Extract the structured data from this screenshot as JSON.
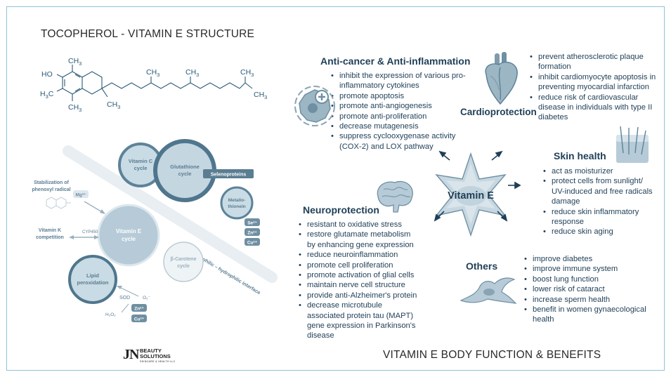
{
  "title": "TOCOPHEROL - VITAMIN E STRUCTURE",
  "footer_title": "VITAMIN E BODY FUNCTION & BENEFITS",
  "structure": {
    "ho": "HO",
    "ch3": "CH",
    "sub3": "3",
    "h3c": "H",
    "h3c_c": "C"
  },
  "cycles": {
    "vitc": [
      "Vitamin C",
      "cycle"
    ],
    "glut": [
      "Glutathione",
      "cycle"
    ],
    "selenoproteins": "Selenoproteins",
    "metallo": [
      "Metallo-",
      "thionein"
    ],
    "ions_right": [
      "Se²⁺",
      "Zn²⁺",
      "Cu²⁺"
    ],
    "vite": [
      "Vitamin E",
      "cycle"
    ],
    "bcar": [
      "β-Carotene",
      "cycle"
    ],
    "lipid": [
      "Lipid",
      "peroxidation"
    ],
    "stab": [
      "Stabilization of",
      "phenoxyl radical"
    ],
    "mg": "Mg²⁺",
    "vitk": [
      "Vitamin K",
      "competition"
    ],
    "cyp": "CYP450",
    "interface": "Lipophilic – hydrophilic interface",
    "sod": "SOD",
    "o2": "O₂⁻",
    "h2o2": "H₂O₂",
    "ions_bottom": [
      "Zn²⁺",
      "Cu²⁺"
    ]
  },
  "center_label": "Vitamin E",
  "sections": {
    "anticancer": {
      "heading": "Anti-cancer & Anti-inflammation",
      "items": [
        "inhibit the expression of various pro-inflammatory cytokines",
        "promote apoptosis",
        "promote anti-angiogenesis",
        "promote anti-proliferation",
        "decrease mutagenesis",
        "suppress cyclooxygenase activity (COX-2) and LOX pathway"
      ]
    },
    "cardio": {
      "heading": "Cardioprotection",
      "items": [
        "prevent atherosclerotic plaque formation",
        "inhibit cardiomyocyte apoptosis in preventing myocardial infarction",
        "reduce risk of cardiovascular disease in individuals with type II diabetes"
      ]
    },
    "skin": {
      "heading": "Skin health",
      "items": [
        "act as moisturizer",
        "protect cells from sunlight/ UV-induced and free radicals damage",
        "reduce skin inflammatory response",
        "reduce skin aging"
      ]
    },
    "neuro": {
      "heading": "Neuroprotection",
      "items": [
        "resistant to oxidative stress",
        "restore glutamate metabolism by enhancing gene expression",
        "reduce neuroinflammation",
        "promote cell proliferation",
        "promote activation of glial cells",
        "maintain nerve cell structure",
        "provide anti-Alzheimer's protein",
        "decrease microtubule associated protein tau (MAPT) gene expression in Parkinson's disease"
      ]
    },
    "others": {
      "heading": "Others",
      "items": [
        "improve diabetes",
        "improve immune system",
        "boost lung function",
        "lower risk of cataract",
        "increase sperm health",
        "benefit in women gynaecological health"
      ]
    }
  },
  "logo": {
    "jn": "JN",
    "line1": "BEAUTY",
    "line2": "SOLUTIONS",
    "tagline": "SKINCARE & HEALTH LLC"
  },
  "colors": {
    "accent": "#1f3f57",
    "frame": "#8fc3d6",
    "cycle_stroke": "#5d8399",
    "cycle_fill": "#c4d6e0",
    "icon": "#8aa4b4"
  }
}
